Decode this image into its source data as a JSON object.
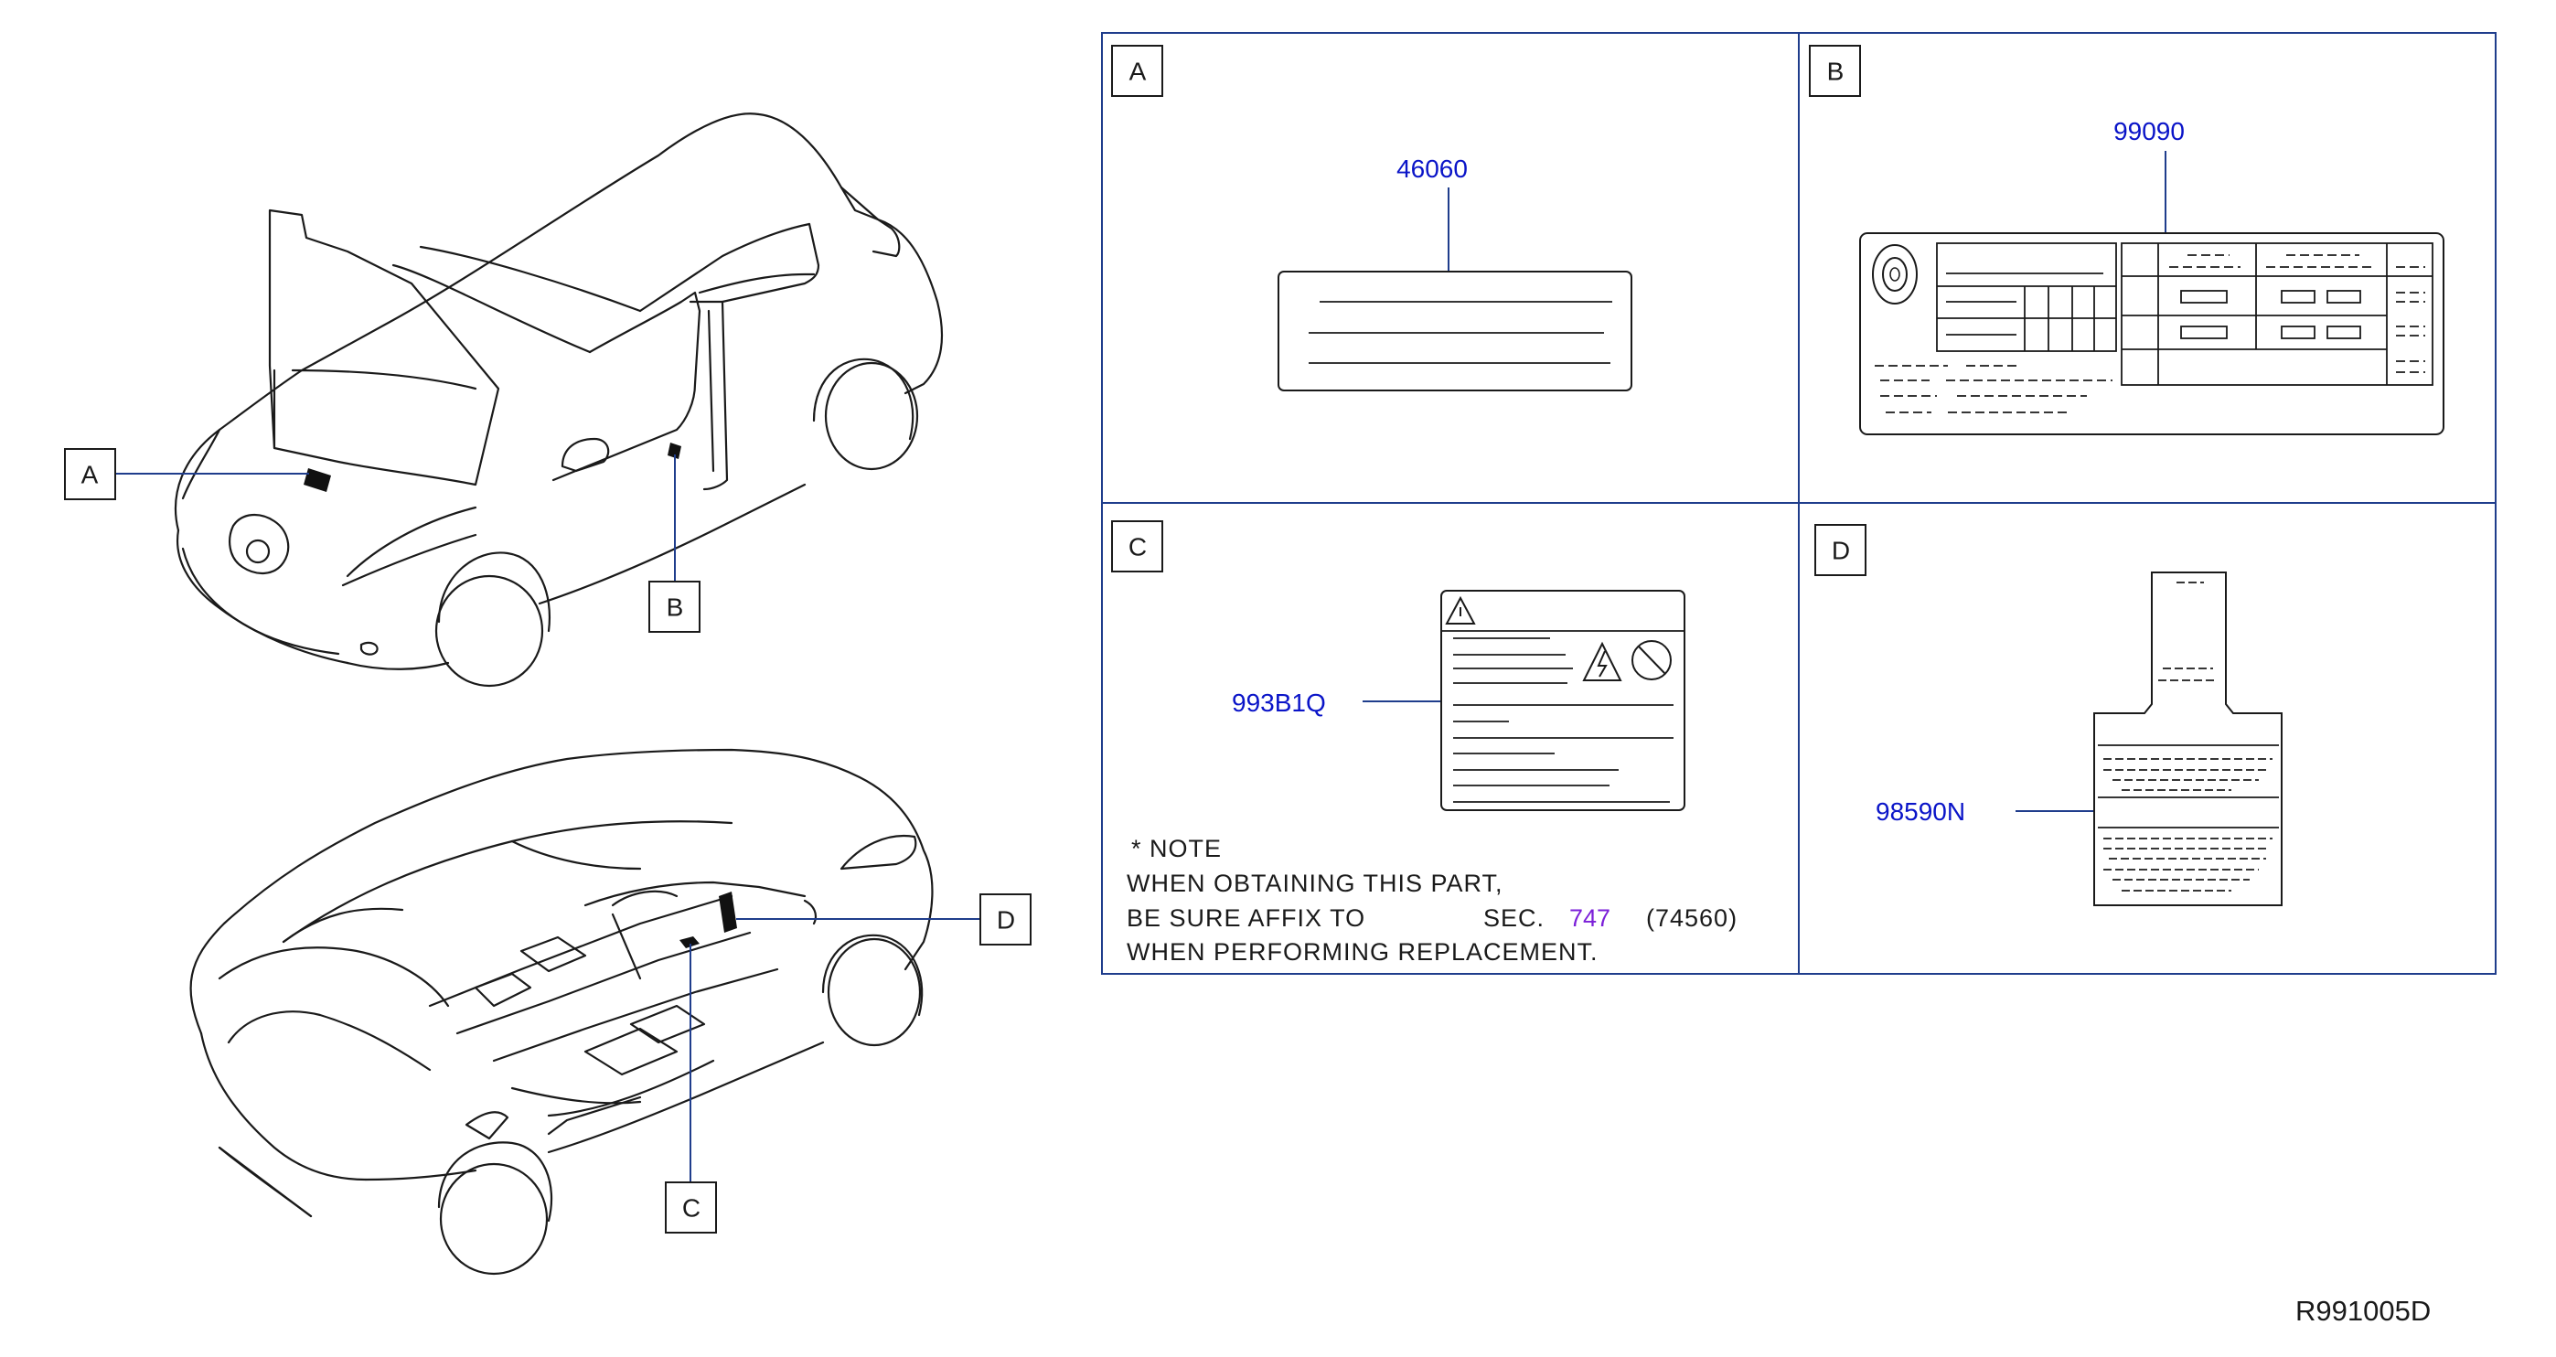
{
  "callouts": {
    "a": "A",
    "b": "B",
    "c": "C",
    "d": "D"
  },
  "panels": {
    "a": {
      "letter": "A",
      "part_number": "46060"
    },
    "b": {
      "letter": "B",
      "part_number": "99090"
    },
    "c": {
      "letter": "C",
      "part_number": "993B1Q"
    },
    "d": {
      "letter": "D",
      "part_number": "98590N"
    }
  },
  "note": {
    "line1": "*  NOTE",
    "line2": "WHEN  OBTAINING  THIS  PART,",
    "line3_prefix": "BE  SURE  AFFIX  TO",
    "line3_sec": "SEC.",
    "line3_sec_number": "747",
    "line3_code": "(74560)",
    "line4": "WHEN  PERFORMING  REPLACEMENT."
  },
  "diagram_ref": "R991005D",
  "colors": {
    "frame": "#1f3d8c",
    "part_number": "#0a14c8",
    "section_link": "#7b1fd8"
  }
}
